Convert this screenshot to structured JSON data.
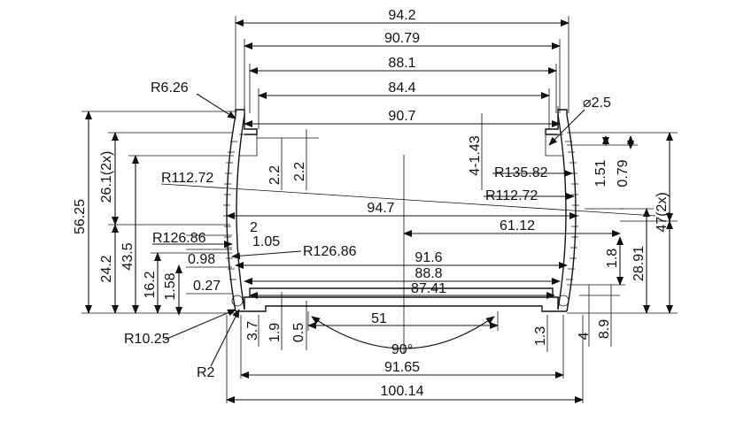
{
  "dimensions": {
    "d_94_2": "94.2",
    "d_90_79": "90.79",
    "d_88_1": "88.1",
    "d_84_4": "84.4",
    "d_90_7": "90.7",
    "d_94_7": "94.7",
    "d_61_12": "61.12",
    "d_91_6": "91.6",
    "d_88_8": "88.8",
    "d_87_41": "87.41",
    "d_51": "51",
    "d_90deg": "90°",
    "d_91_65": "91.65",
    "d_100_14": "100.14",
    "d_56_25": "56.25",
    "d_26_1_2x": "26.1(2x)",
    "d_24_2": "24.2",
    "d_43_5": "43.5",
    "d_16_2": "16.2",
    "d_1_58": "1.58",
    "d_2_2a": "2.2",
    "d_2_2b": "2.2",
    "d_4_1_43": "4-1.43",
    "d_1_51": "1.51",
    "d_0_79": "0.79",
    "d_47_2x": "47(2x)",
    "d_28_91": "28.91",
    "d_1_8": "1.8",
    "d_3_7": "3.7",
    "d_1_9": "1.9",
    "d_0_5": "0.5",
    "d_1_3": "1.3",
    "d_4": "4",
    "d_8_9": "8.9",
    "d_2": "2",
    "d_1_05": "1.05",
    "d_0_98": "0.98",
    "d_0_27": "0.27"
  },
  "radii": {
    "r_6_26": "R6.26",
    "r_112_72_left": "R112.72",
    "r_126_86_a": "R126.86",
    "r_126_86_b": "R126.86",
    "r_135_82": "R135.82",
    "r_112_72_right": "R112.72",
    "r_10_25": "R10.25",
    "r_2": "R2",
    "dia_2_5": "⌀2.5"
  }
}
